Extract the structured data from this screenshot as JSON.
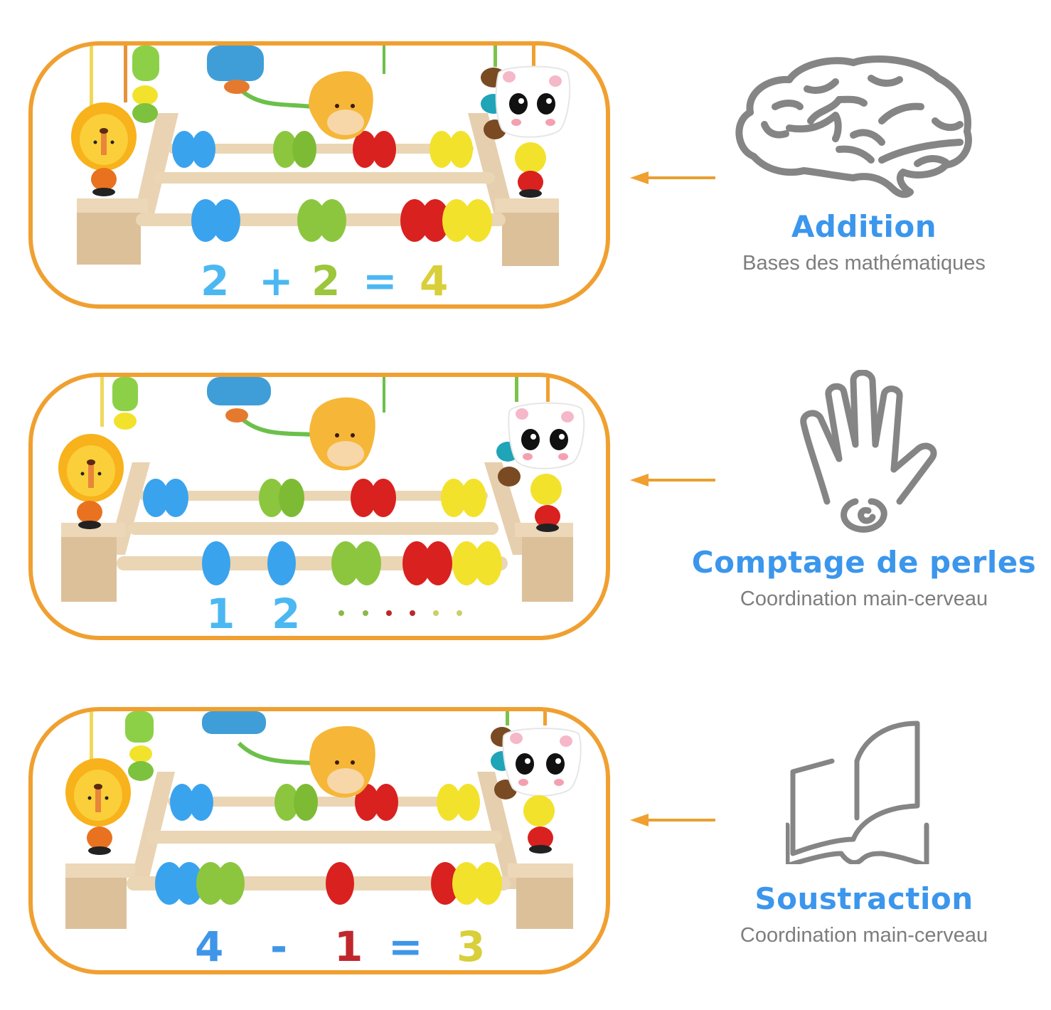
{
  "colors": {
    "frame_orange": "#f0a030",
    "title_blue": "#3b96ec",
    "subtitle_gray": "#7d7d7d",
    "icon_gray": "#858585",
    "bead_blue": "#3aa3ee",
    "bead_green": "#8cc63f",
    "bead_red": "#d9211f",
    "bead_yellow": "#f2e22c"
  },
  "panels": [
    {
      "id": "addition",
      "equation": [
        {
          "text": "2",
          "color": "#4cb8f2"
        },
        {
          "text": "+",
          "color": "#4cb8f2"
        },
        {
          "text": "2",
          "color": "#9cc63c"
        },
        {
          "text": "=",
          "color": "#4cb8f2"
        },
        {
          "text": "4",
          "color": "#d8cf3a"
        }
      ],
      "bottom_rod_beads": [
        "blue",
        "blue",
        "green",
        "green",
        "red",
        "red",
        "yellow",
        "yellow"
      ],
      "feature": {
        "icon": "brain-icon",
        "title": "Addition",
        "subtitle": "Bases des mathématiques"
      }
    },
    {
      "id": "counting",
      "equation": [
        {
          "text": "1",
          "color": "#4cb8f2"
        },
        {
          "text": "2",
          "color": "#4cb8f2"
        }
      ],
      "dots": [
        "#8cb84a",
        "#8cb84a",
        "#b82a2a",
        "#b82a2a",
        "#c9cf6a",
        "#c9cf6a"
      ],
      "bottom_rod_beads": [
        "blue",
        "blue",
        "green",
        "green",
        "red",
        "red",
        "yellow",
        "yellow"
      ],
      "feature": {
        "icon": "hand-icon",
        "title": "Comptage de perles",
        "subtitle": "Coordination main-cerveau"
      }
    },
    {
      "id": "subtraction",
      "equation": [
        {
          "text": "4",
          "color": "#3f96e8"
        },
        {
          "text": "-",
          "color": "#3f96e8"
        },
        {
          "text": "1",
          "color": "#c0272d"
        },
        {
          "text": "=",
          "color": "#3f96e8"
        },
        {
          "text": "3",
          "color": "#d8cf3a"
        }
      ],
      "bottom_rod_beads": [
        "blue",
        "blue",
        "green",
        "green",
        "red",
        "red",
        "yellow",
        "yellow"
      ],
      "feature": {
        "icon": "book-icon",
        "title": "Soustraction",
        "subtitle": "Coordination main-cerveau"
      }
    }
  ]
}
